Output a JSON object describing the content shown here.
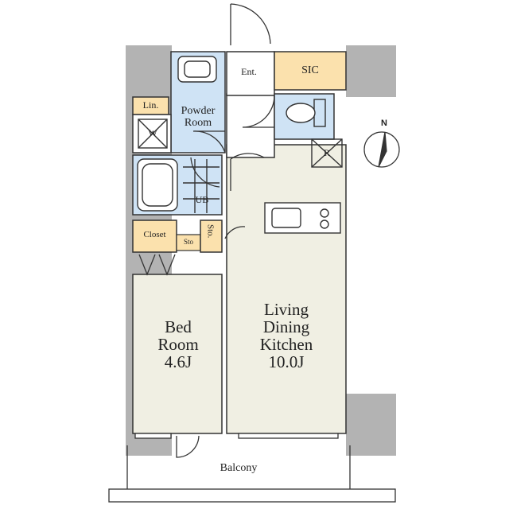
{
  "rooms": {
    "bedroom": {
      "line1": "Bed",
      "line2": "Room",
      "size": "4.6J"
    },
    "ldk": {
      "line1": "Living",
      "line2": "Dining",
      "line3": "Kitchen",
      "size": "10.0J"
    },
    "powder": {
      "line1": "Powder",
      "line2": "Room"
    },
    "entrance": "Ent.",
    "sic": "SIC",
    "linen": "Lin.",
    "washer": "W",
    "bath": "UB",
    "closet": "Closet",
    "storage": "Sto.",
    "storage_small": "Sto",
    "refrigerator": "R",
    "balcony": "Balcony"
  },
  "compass": {
    "north_label": "N"
  },
  "colors": {
    "wall": "#b3b3b3",
    "room_fill": "#f0efe3",
    "wet_area": "#cfe3f5",
    "storage": "#fbe1ad",
    "line": "#333333"
  }
}
